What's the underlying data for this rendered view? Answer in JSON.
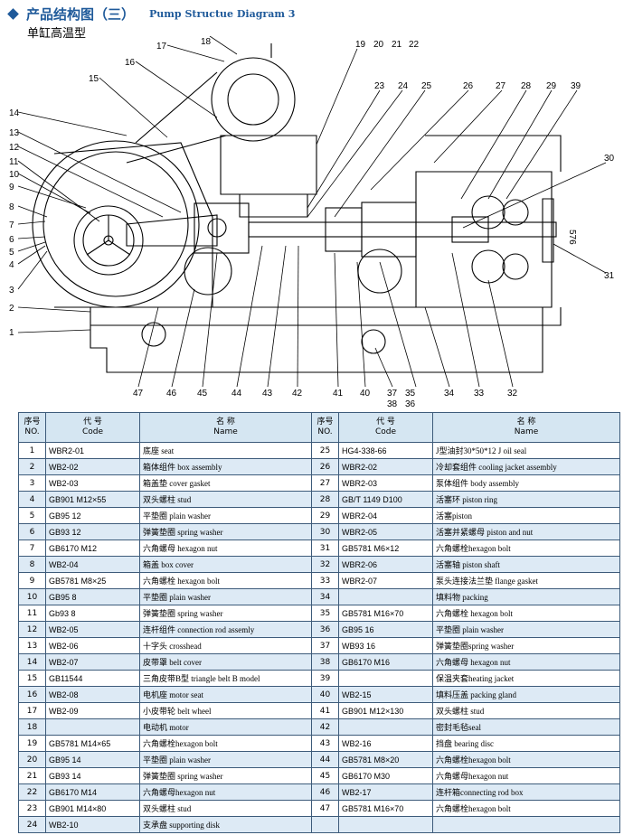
{
  "header": {
    "title_cn": "产品结构图（三）",
    "title_en": "Pump Structue Diagram 3",
    "subtitle": "单缸高温型"
  },
  "drawing": {
    "dimension_label": "576",
    "callouts": [
      "1",
      "2",
      "3",
      "4",
      "5",
      "6",
      "7",
      "8",
      "9",
      "10",
      "11",
      "12",
      "13",
      "14",
      "15",
      "16",
      "17",
      "18",
      "19",
      "20",
      "21",
      "22",
      "23",
      "24",
      "25",
      "26",
      "27",
      "28",
      "29",
      "39",
      "30",
      "31",
      "32",
      "33",
      "34",
      "35",
      "36",
      "37",
      "38",
      "40",
      "41",
      "42",
      "43",
      "44",
      "45",
      "46",
      "47"
    ]
  },
  "table": {
    "headers": {
      "no_cn": "序号",
      "no_en": "NO.",
      "code_cn": "代 号",
      "code_en": "Code",
      "name_cn": "名 称",
      "name_en": "Name"
    },
    "rows": [
      [
        {
          "no": "1",
          "code": "WBR2-01",
          "name": "底座 seat"
        },
        {
          "no": "25",
          "code": "HG4-338-66",
          "name": "J型油封30*50*12 J oil seal"
        }
      ],
      [
        {
          "no": "2",
          "code": "WB2-02",
          "name": "箱体组件 box assembly"
        },
        {
          "no": "26",
          "code": "WBR2-02",
          "name": "冷却套组件 cooling jacket assembly"
        }
      ],
      [
        {
          "no": "3",
          "code": "WB2-03",
          "name": "箱盖垫 cover gasket"
        },
        {
          "no": "27",
          "code": "WBR2-03",
          "name": "泵体组件 body assembly"
        }
      ],
      [
        {
          "no": "4",
          "code": "GB901 M12×55",
          "name": "双头螺柱 stud"
        },
        {
          "no": "28",
          "code": "GB/T 1149 D100",
          "name": "活塞环 piston ring"
        }
      ],
      [
        {
          "no": "5",
          "code": "GB95 12",
          "name": "平垫圈 plain washer"
        },
        {
          "no": "29",
          "code": "WBR2-04",
          "name": "活塞piston"
        }
      ],
      [
        {
          "no": "6",
          "code": "GB93 12",
          "name": "弹簧垫圈 spring washer"
        },
        {
          "no": "30",
          "code": "WBR2-05",
          "name": "活塞并紧螺母 piston and nut"
        }
      ],
      [
        {
          "no": "7",
          "code": "GB6170 M12",
          "name": "六角螺母 hexagon nut"
        },
        {
          "no": "31",
          "code": "GB5781 M6×12",
          "name": "六角螺栓hexagon bolt"
        }
      ],
      [
        {
          "no": "8",
          "code": "WB2-04",
          "name": "箱盖 box cover"
        },
        {
          "no": "32",
          "code": "WBR2-06",
          "name": "活塞轴 piston shaft"
        }
      ],
      [
        {
          "no": "9",
          "code": "GB5781 M8×25",
          "name": "六角螺栓 hexagon bolt"
        },
        {
          "no": "33",
          "code": "WBR2-07",
          "name": "泵头连接法兰垫 flange gasket"
        }
      ],
      [
        {
          "no": "10",
          "code": "GB95 8",
          "name": "平垫圈 plain washer"
        },
        {
          "no": "34",
          "code": "",
          "name": "填料物 packing"
        }
      ],
      [
        {
          "no": "11",
          "code": "Gb93 8",
          "name": "弹簧垫圈 spring washer"
        },
        {
          "no": "35",
          "code": "GB5781 M16×70",
          "name": "六角螺栓 hexagon bolt"
        }
      ],
      [
        {
          "no": "12",
          "code": "WB2-05",
          "name": "连杆组件 connection rod assemly"
        },
        {
          "no": "36",
          "code": "GB95 16",
          "name": "平垫圈 plain washer"
        }
      ],
      [
        {
          "no": "13",
          "code": "WB2-06",
          "name": "十字头 crosshead"
        },
        {
          "no": "37",
          "code": "WB93 16",
          "name": "弹簧垫圈spring washer"
        }
      ],
      [
        {
          "no": "14",
          "code": "WB2-07",
          "name": "皮带罩 belt cover"
        },
        {
          "no": "38",
          "code": "GB6170 M16",
          "name": "六角螺母 hexagon nut"
        }
      ],
      [
        {
          "no": "15",
          "code": "GB11544",
          "name": "三角皮带B型 triangle belt B model"
        },
        {
          "no": "39",
          "code": "",
          "name": "保温夹套heating jacket"
        }
      ],
      [
        {
          "no": "16",
          "code": "WB2-08",
          "name": "电机座 motor seat"
        },
        {
          "no": "40",
          "code": "WB2-15",
          "name": "填料压盖 packing gland"
        }
      ],
      [
        {
          "no": "17",
          "code": "WB2-09",
          "name": "小皮带轮 belt wheel"
        },
        {
          "no": "41",
          "code": "GB901 M12×130",
          "name": "双头螺柱 stud"
        }
      ],
      [
        {
          "no": "18",
          "code": "",
          "name": "电动机 motor"
        },
        {
          "no": "42",
          "code": "",
          "name": "密封毛毡seal"
        }
      ],
      [
        {
          "no": "19",
          "code": "GB5781 M14×65",
          "name": "六角螺栓hexagon bolt"
        },
        {
          "no": "43",
          "code": "WB2-16",
          "name": "挡盘 bearing disc"
        }
      ],
      [
        {
          "no": "20",
          "code": "GB95 14",
          "name": "平垫圈 plain washer"
        },
        {
          "no": "44",
          "code": "GB5781 M8×20",
          "name": "六角螺栓hexagon bolt"
        }
      ],
      [
        {
          "no": "21",
          "code": "GB93 14",
          "name": "弹簧垫圈 spring washer"
        },
        {
          "no": "45",
          "code": "GB6170 M30",
          "name": "六角螺母hexagon nut"
        }
      ],
      [
        {
          "no": "22",
          "code": "GB6170 M14",
          "name": "六角螺母hexagon nut"
        },
        {
          "no": "46",
          "code": "WB2-17",
          "name": "连杆箱connecting rod box"
        }
      ],
      [
        {
          "no": "23",
          "code": "GB901 M14×80",
          "name": "双头螺柱 stud"
        },
        {
          "no": "47",
          "code": "GB5781 M16×70",
          "name": "六角螺栓hexagon bolt"
        }
      ],
      [
        {
          "no": "24",
          "code": "WB2-10",
          "name": "支承盘 supporting disk"
        },
        {
          "no": "",
          "code": "",
          "name": ""
        }
      ]
    ]
  }
}
